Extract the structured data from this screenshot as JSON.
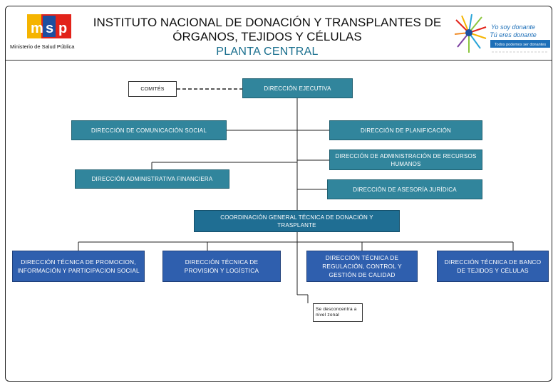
{
  "header": {
    "title_line1": "INSTITUTO NACIONAL DE DONACIÓN Y TRANSPLANTES DE",
    "title_line2": "ÓRGANOS, TEJIDOS Y CÉLULAS",
    "subtitle": "PLANTA CENTRAL",
    "ministry": "Ministerio de Salud Pública",
    "logo_text": "msp",
    "campaign_line1": "Yo soy donante",
    "campaign_line2": "Tú eres donante",
    "campaign_line3": "Todos podemos ser donantes"
  },
  "org": {
    "comites": "COMITÉS",
    "ejecutiva": "DIRECCIÓN EJECUTIVA",
    "comunicacion": "DIRECCIÓN DE COMUNICACIÓN SOCIAL",
    "planificacion": "DIRECCIÓN DE PLANIFICACIÓN",
    "rrhh": "DIRECCIÓN DE ADMINISTRACIÓN DE RECURSOS HUMANOS",
    "financiera": "DIRECCIÓN ADMINISTRATIVA FINANCIERA",
    "juridica": "DIRECCIÓN DE ASESORÍA JURÍDICA",
    "coordinacion": "COORDINACIÓN GENERAL TÉCNICA DE DONACIÓN Y TRASPLANTE",
    "promocion": "DIRECCIÓN TÉCNICA DE PROMOCION, INFORMACIÓN Y PARTICIPACION SOCIAL",
    "provision": "DIRECCIÓN TÉCNICA DE PROVISIÓN Y LOGÍSTICA",
    "regulacion": "DIRECCIÓN TÉCNICA DE REGULACIÓN, CONTROL Y GESTIÓN DE CALIDAD",
    "banco": "DIRECCIÓN TÉCNICA DE BANCO DE TEJIDOS Y CÉLULAS",
    "nota": "Se desconcentra a nivel zonal"
  },
  "colors": {
    "teal": "#31859c",
    "coordination": "#1f6e93",
    "technical": "#2f5fae",
    "subtitle": "#1a6f8e"
  }
}
